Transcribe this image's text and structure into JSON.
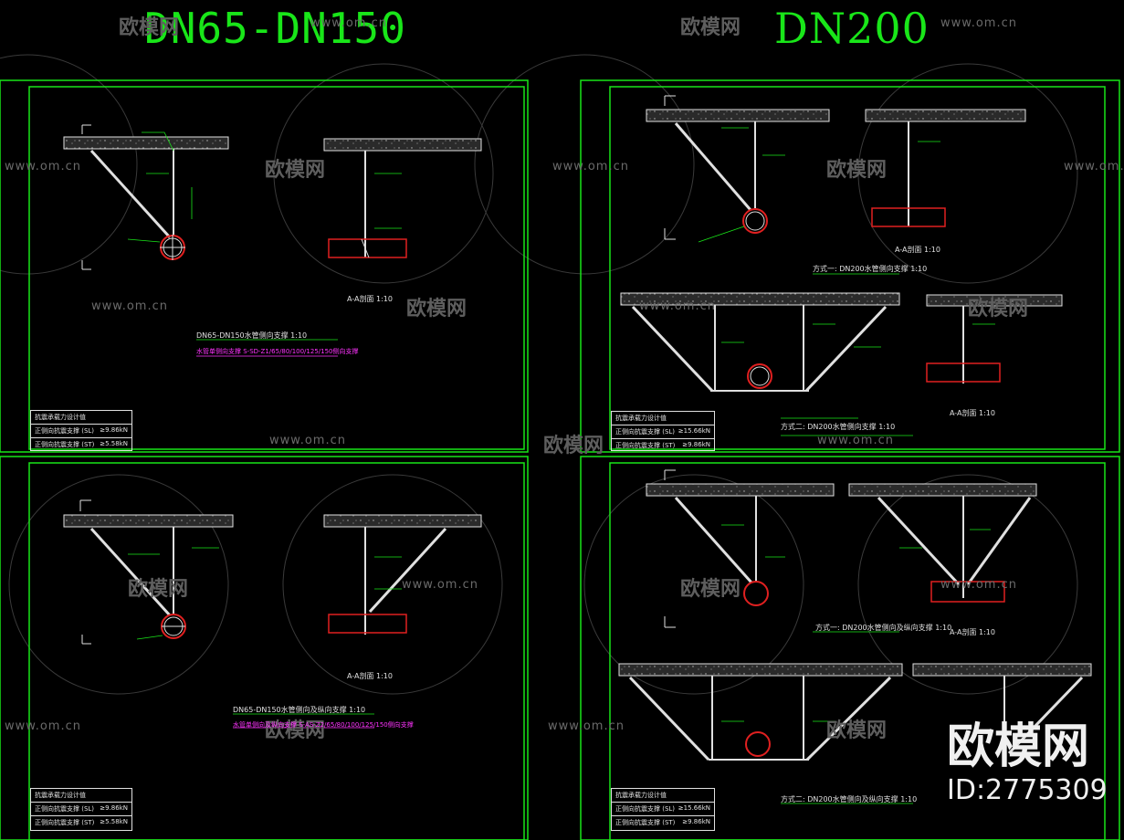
{
  "titles": {
    "left": "DN65-DN150",
    "right": "DN200"
  },
  "watermark": {
    "url": "www.om.cn",
    "cn": "欧模网"
  },
  "brand": {
    "name": "欧模网",
    "id": "ID:2775309"
  },
  "panels": {
    "tl": {
      "caption": "DN65-DN150水管侧向支撑 1:10",
      "note": "水管单侧向支撑 S-SD-Z1/65/80/100/125/150侧向支撑",
      "section": "A-A剖面 1:10",
      "table": {
        "header": "抗震承载力设计值",
        "rows": [
          [
            "正侧向抗震支撑 (SL)",
            "≥9.86kN"
          ],
          [
            "正侧向抗震支撑 (ST)",
            "≥5.58kN"
          ]
        ]
      }
    },
    "bl": {
      "caption": "DN65-DN150水管侧向及纵向支撑 1:10",
      "note": "水管单侧向及纵向支撑 S-AS-Z2/65/80/100/125/150侧向支撑",
      "section": "A-A剖面 1:10",
      "table": {
        "header": "抗震承载力设计值",
        "rows": [
          [
            "正侧向抗震支撑 (SL)",
            "≥9.86kN"
          ],
          [
            "正侧向抗震支撑 (ST)",
            "≥5.58kN"
          ]
        ]
      }
    },
    "tr": {
      "caption_a": "方式一: DN200水管侧向支撑 1:10",
      "caption_b": "方式二: DN200水管侧向支撑 1:10",
      "section": "A-A剖面 1:10",
      "table": {
        "header": "抗震承载力设计值",
        "rows": [
          [
            "正侧向抗震支撑 (SL)",
            "≥15.66kN"
          ],
          [
            "正侧向抗震支撑 (ST)",
            "≥9.86kN"
          ]
        ]
      }
    },
    "br": {
      "caption_a": "方式一: DN200水管侧向及纵向支撑 1:10",
      "caption_b": "方式二: DN200水管侧向及纵向支撑 1:10",
      "section": "A-A剖面 1:10",
      "table": {
        "header": "抗震承载力设计值",
        "rows": [
          [
            "正侧向抗震支撑 (SL)",
            "≥15.66kN"
          ],
          [
            "正侧向抗震支撑 (ST)",
            "≥9.86kN"
          ]
        ]
      }
    }
  },
  "colors": {
    "frame": "#19e619",
    "line": "#e0e0e0",
    "pipe": "#e02020",
    "annot": "#ff33ff",
    "leader": "#19e619"
  }
}
